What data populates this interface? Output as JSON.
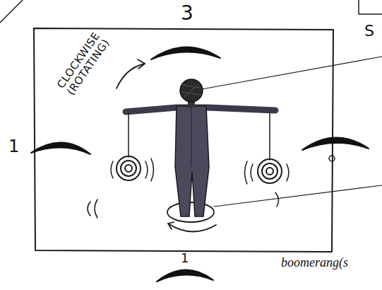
{
  "diagram": {
    "labels": [
      "3",
      "CLOCKWISE (ROTATING)",
      "S",
      "1",
      "1",
      "boomerang(s"
    ]
  }
}
